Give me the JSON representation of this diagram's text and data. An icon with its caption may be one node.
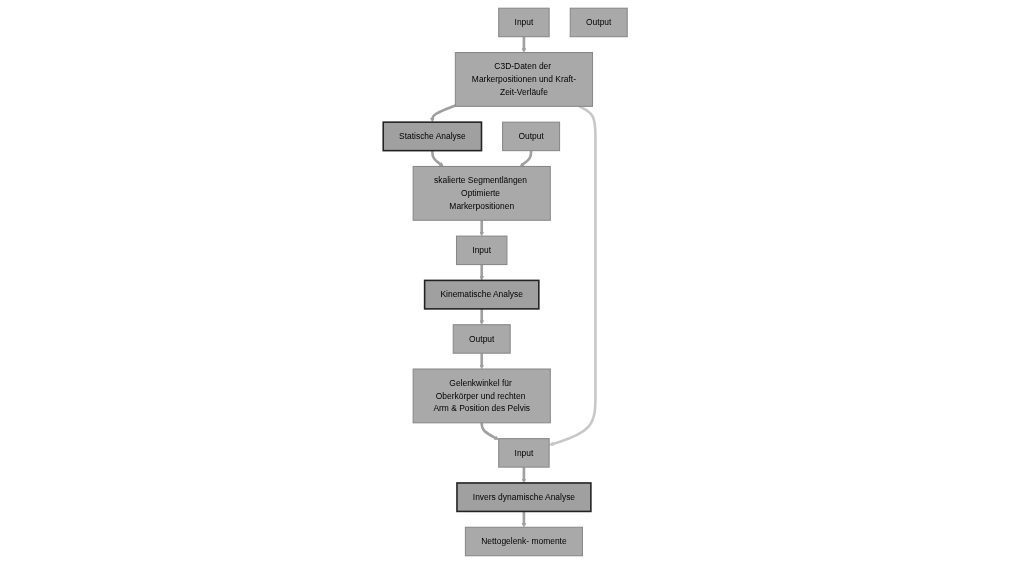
{
  "diagram": {
    "nodes": [
      {
        "text": [
          "Input"
        ]
      },
      {
        "text": [
          "C3D-Daten der Markerpositionen und Kraft-Zeit-Verläufe"
        ]
      },
      {
        "text": [
          "Statische Analyse"
        ]
      },
      {
        "text": [
          "Output"
        ]
      },
      {
        "text": [
          "skalierte Segmentlängen Optimierte Markerpositionen"
        ]
      },
      {
        "text": [
          "Input"
        ]
      },
      {
        "text": [
          "Kinematische Analyse"
        ]
      },
      {
        "text": [
          "Output"
        ]
      },
      {
        "text": [
          "Gelenkwinkel für Oberkörper und rechten Arm & Position des Pelvis"
        ]
      },
      {
        "text": [
          "Input"
        ]
      },
      {
        "text": [
          "Invers dynamische Analyse"
        ]
      },
      {
        "text": [
          "Output"
        ]
      },
      {
        "text": [
          "Nettogelenk- momente"
        ]
      }
    ],
    "edges": [
      {
        "from": 0,
        "to": 1,
        "arrow": "to"
      },
      {
        "from": 1,
        "to": 2,
        "arrow": "to"
      },
      {
        "from": 2,
        "to": 4,
        "arrow": "to"
      },
      {
        "from": 3,
        "to": 4,
        "arrow": "to"
      },
      {
        "from": 4,
        "to": 5,
        "arrow": "to"
      },
      {
        "from": 5,
        "to": 6,
        "arrow": "to"
      },
      {
        "from": 6,
        "to": 7,
        "arrow": "to"
      },
      {
        "from": 7,
        "to": 8,
        "arrow": "to"
      },
      {
        "from": 8,
        "to": 9,
        "arrow": "to"
      },
      {
        "from": 1,
        "to": 9,
        "arrow": "to",
        "color": "#c8c8c8"
      },
      {
        "from": 9,
        "to": 10,
        "arrow": "to"
      },
      {
        "from": 10,
        "to": 12,
        "arrow": "to"
      }
    ]
  }
}
